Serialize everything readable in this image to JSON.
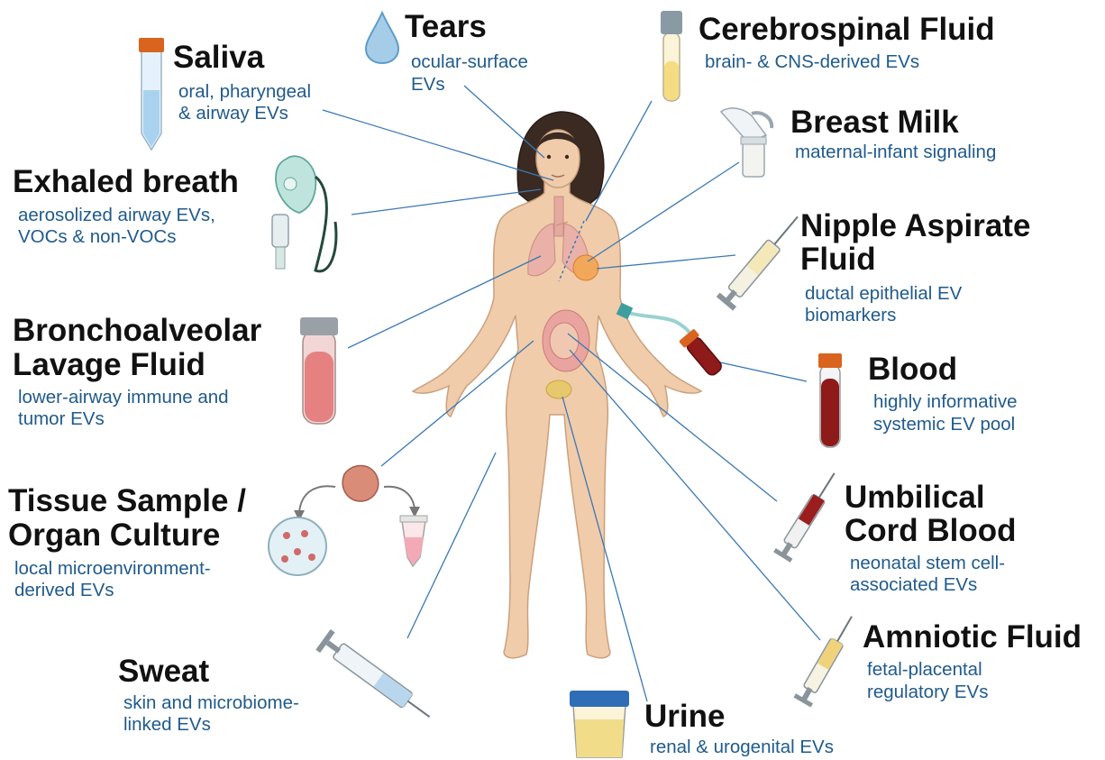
{
  "colors": {
    "title": "#111111",
    "description": "#1f5a8c",
    "leader_line": "#3a78b5",
    "skin": "#f1ccaa",
    "skin_outline": "#c9a07e",
    "hair": "#3a2a22",
    "blood": "#8e1a1a",
    "urine": "#f1dc8a",
    "csf": "#f5dc82",
    "lid_orange": "#d8641f",
    "lid_blue": "#2f6db7"
  },
  "icons": [
    "tear-drop-icon",
    "saliva-tube-icon",
    "csf-tube-icon",
    "breast-pump-icon",
    "oxygen-mask-icon",
    "syringe-icon",
    "blood-tube-icon",
    "bal-tube-icon",
    "tissue-sample-icon",
    "petri-dish-icon",
    "eppendorf-tube-icon",
    "urine-cup-icon"
  ],
  "labels": {
    "tears": {
      "title": "Tears",
      "desc": [
        "ocular-surface",
        "EVs"
      ]
    },
    "saliva": {
      "title": "Saliva",
      "desc": [
        "oral, pharyngeal",
        "& airway EVs"
      ]
    },
    "csf": {
      "title": "Cerebrospinal Fluid",
      "desc": [
        "brain- & CNS-derived EVs"
      ]
    },
    "breast_milk": {
      "title": "Breast Milk",
      "desc": [
        "maternal-infant signaling"
      ]
    },
    "exhaled": {
      "title": "Exhaled breath",
      "desc": [
        "aerosolized airway EVs,",
        "VOCs & non-VOCs"
      ]
    },
    "nipple": {
      "title": [
        "Nipple Aspirate",
        "Fluid"
      ],
      "desc": [
        "ductal epithelial EV",
        "biomarkers"
      ]
    },
    "bal": {
      "title": [
        "Bronchoalveolar",
        "Lavage Fluid"
      ],
      "desc": [
        "lower-airway immune and",
        "tumor EVs"
      ]
    },
    "blood": {
      "title": "Blood",
      "desc": [
        "highly informative",
        "systemic EV pool"
      ]
    },
    "tissue": {
      "title": [
        "Tissue Sample /",
        "Organ Culture"
      ],
      "desc": [
        "local microenvironment-",
        "derived EVs"
      ]
    },
    "cord": {
      "title": [
        "Umbilical",
        "Cord Blood"
      ],
      "desc": [
        "neonatal stem cell-",
        "associated EVs"
      ]
    },
    "amniotic": {
      "title": "Amniotic Fluid",
      "desc": [
        "fetal-placental",
        "regulatory EVs"
      ]
    },
    "sweat": {
      "title": "Sweat",
      "desc": [
        "skin and microbiome-",
        "linked EVs"
      ]
    },
    "urine": {
      "title": "Urine",
      "desc": [
        "renal & urogenital EVs"
      ]
    }
  }
}
